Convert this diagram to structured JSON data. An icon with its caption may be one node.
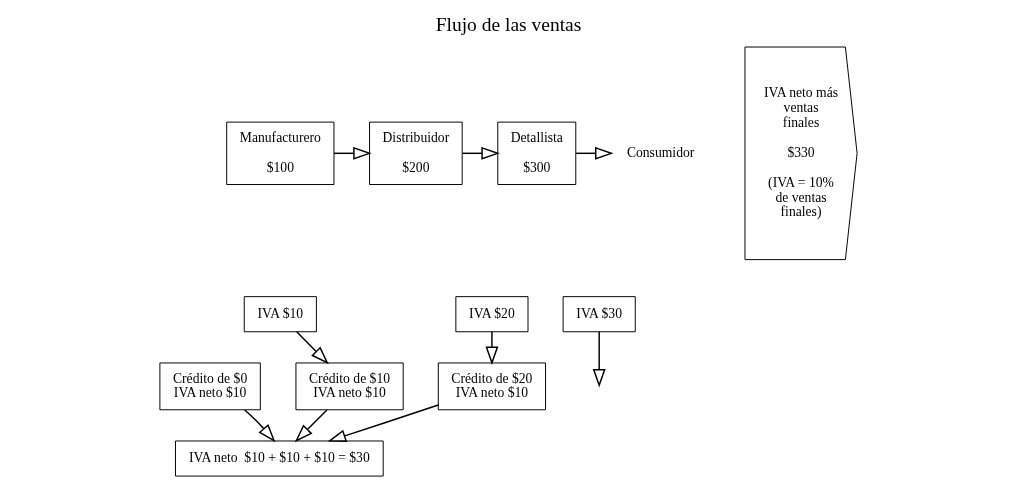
{
  "diagram": {
    "title": "Flujo de las ventas",
    "nodes": [
      {
        "text": [
          "Manufacturero",
          "$100"
        ]
      },
      {
        "text": [
          "Distribuidor",
          "$200"
        ]
      },
      {
        "text": [
          "Detallista",
          "$300"
        ]
      },
      {
        "text": [
          "Consumidor"
        ]
      },
      {
        "text": [
          "IVA $10"
        ]
      },
      {
        "text": [
          "IVA $20"
        ]
      },
      {
        "text": [
          "IVA $30"
        ]
      },
      {
        "text": [
          "Crédito de $0 IVA neto $10"
        ]
      },
      {
        "text": [
          "Crédito de $10 IVA neto $10"
        ]
      },
      {
        "text": [
          "Crédito de $20 IVA neto $10"
        ]
      },
      {
        "text": [
          "IVA neto  $10 + $10 + $10 = $30"
        ]
      },
      {
        "text": [
          "IVA neto más ventas finales",
          "$330",
          "(IVA = 10% de ventas finales)"
        ]
      }
    ],
    "edges": [
      {
        "from": 0,
        "to": 1,
        "arrow": "to"
      },
      {
        "from": 1,
        "to": 2,
        "arrow": "to"
      },
      {
        "from": 2,
        "to": 3,
        "arrow": "to"
      },
      {
        "from": 4,
        "to": 8,
        "arrow": "to"
      },
      {
        "from": 5,
        "to": 9,
        "arrow": "to"
      },
      {
        "from": 6,
        "to": null,
        "arrow": "to"
      },
      {
        "from": 7,
        "to": 10,
        "arrow": "to"
      },
      {
        "from": 8,
        "to": 10,
        "arrow": "to"
      },
      {
        "from": 9,
        "to": 10,
        "arrow": "to"
      }
    ]
  }
}
